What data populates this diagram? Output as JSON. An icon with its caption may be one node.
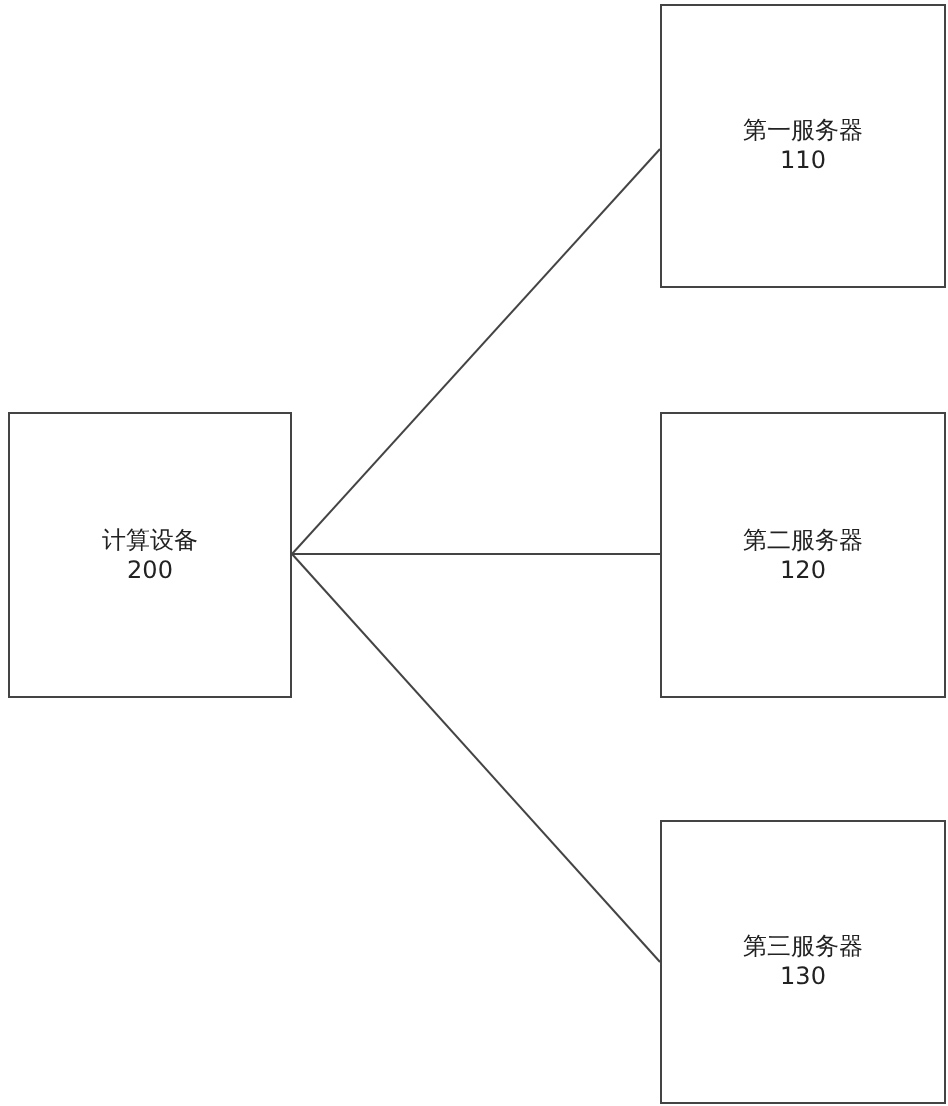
{
  "diagram": {
    "nodes": [
      {
        "text": [
          "计算设备",
          "200"
        ]
      },
      {
        "text": [
          "第一服务器",
          "110"
        ]
      },
      {
        "text": [
          "第二服务器",
          "120"
        ]
      },
      {
        "text": [
          "第三服务器",
          "130"
        ]
      }
    ],
    "edges": [
      {
        "from": 0,
        "to": 1,
        "arrow": "none"
      },
      {
        "from": 0,
        "to": 2,
        "arrow": "none"
      },
      {
        "from": 0,
        "to": 3,
        "arrow": "none"
      }
    ]
  }
}
